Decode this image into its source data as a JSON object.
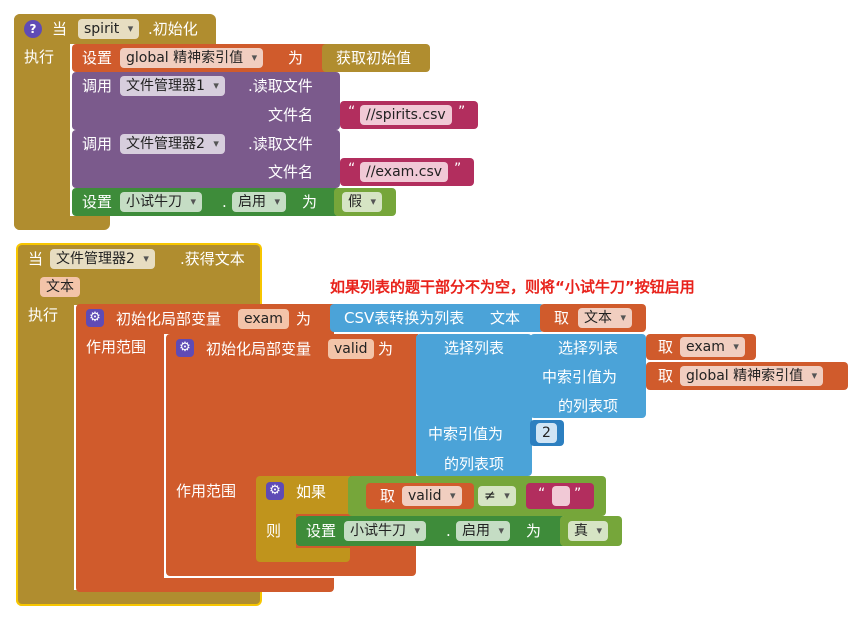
{
  "colors": {
    "event": "#b08d2f",
    "event_selected_border": "#f7c600",
    "procedure": "#7b5a8c",
    "variable": "#d05b2c",
    "text": "#b22e5e",
    "component": "#3e8c3a",
    "logic": "#76a63a",
    "list": "#4ba3d8",
    "math": "#2c7fc0",
    "control": "#c0941c",
    "comment": "#e8221b"
  },
  "block1": {
    "when": "当",
    "component": "spirit",
    "event": ".初始化",
    "do": "执行",
    "set_global": {
      "set": "设置",
      "var": "global 精神索引值",
      "to": "为",
      "value": "获取初始值"
    },
    "call1": {
      "call": "调用",
      "component": "文件管理器1",
      "method": ".读取文件",
      "param": "文件名",
      "value": "//spirits.csv"
    },
    "call2": {
      "call": "调用",
      "component": "文件管理器2",
      "method": ".读取文件",
      "param": "文件名",
      "value": "//exam.csv"
    },
    "set_button": {
      "set": "设置",
      "component": "小试牛刀",
      "dot": ".",
      "property": "启用",
      "to": "为",
      "value": "假"
    }
  },
  "block2": {
    "when": "当",
    "component": "文件管理器2",
    "event": ".获得文本",
    "param": "文本",
    "do": "执行",
    "comment": "如果列表的题干部分不为空，则将“小试牛刀”按钮启用",
    "local_exam": {
      "label": "初始化局部变量",
      "name": "exam",
      "to": "为",
      "scope": "作用范围",
      "csv": {
        "label": "CSV表转换为列表",
        "param": "文本",
        "get": "取",
        "get_var": "文本"
      }
    },
    "local_valid": {
      "label": "初始化局部变量",
      "name": "valid",
      "to": "为",
      "scope": "作用范围",
      "select_outer": {
        "label": "选择列表",
        "index_label_1": "中索引值为",
        "index_label_2": "的列表项",
        "index_value": "2"
      },
      "select_inner": {
        "label": "选择列表",
        "get1": "取",
        "var1": "exam",
        "index_label_1": "中索引值为",
        "index_label_2": "的列表项",
        "get2": "取",
        "var2": "global 精神索引值"
      }
    },
    "if_block": {
      "if": "如果",
      "then": "则",
      "get": "取",
      "var": "valid",
      "op": "≠",
      "empty_string": "",
      "set": "设置",
      "component": "小试牛刀",
      "dot": ".",
      "property": "启用",
      "to": "为",
      "value": "真"
    }
  }
}
